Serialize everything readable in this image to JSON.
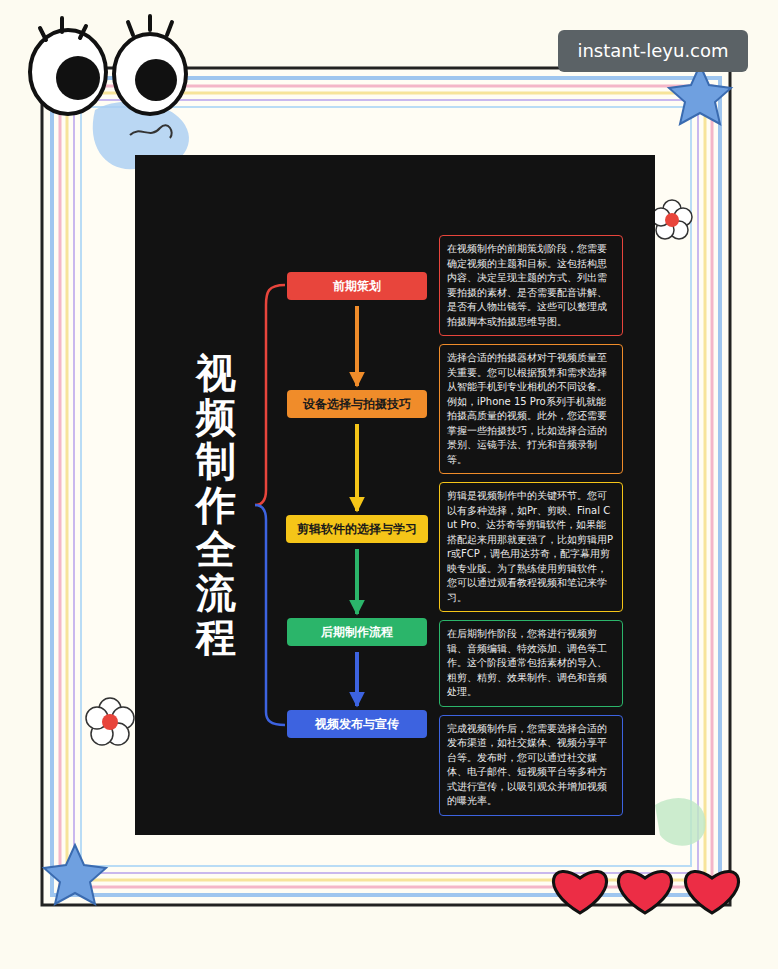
{
  "diagram": {
    "title": "视频制作全流程",
    "nodes": [
      {
        "text": [
          "前期策划"
        ]
      },
      {
        "text": [
          "在视频制作的前期策划阶段，您需要确定视频的主题和目标。这包括构思内容、决定呈现主题的方式、列出需要拍摄的素材、是否需要配音讲解、是否有人物出镜等。这些可以整理成拍摄脚本或拍摄思维导图。"
        ]
      },
      {
        "text": [
          "设备选择与拍摄技巧"
        ]
      },
      {
        "text": [
          "选择合适的拍摄器材对于视频质量至关重要。您可以根据预算和需求选择从智能手机到专业相机的不同设备。例如，iPhone 15 Pro系列手机就能拍摄高质量的视频。此外，您还需要掌握一些拍摄技巧，比如选择合适的景别、运镜手法、打光和音频录制等。"
        ]
      },
      {
        "text": [
          "剪辑软件的选择与学习"
        ]
      },
      {
        "text": [
          "剪辑是视频制作中的关键环节。您可以有多种选择，如Pr、剪映、Final Cut Pro、达芬奇等剪辑软件，如果能搭配起来用那就更强了，比如剪辑用Pr或FCP，调色用达芬奇，配字幕用剪映专业版。为了熟练使用剪辑软件，您可以通过观看教程视频和笔记来学习。"
        ]
      },
      {
        "text": [
          "后期制作流程"
        ]
      },
      {
        "text": [
          "在后期制作阶段，您将进行视频剪辑、音频编辑、特效添加、调色等工作。这个阶段通常包括素材的导入、粗剪、精剪、效果制作、调色和音频处理。"
        ]
      },
      {
        "text": [
          "视频发布与宣传"
        ]
      },
      {
        "text": [
          "完成视频制作后，您需要选择合适的发布渠道，如社交媒体、视频分享平台等。发布时，您可以通过社交媒体、电子邮件、短视频平台等多种方式进行宣传，以吸引观众并增加视频的曝光率。"
        ]
      }
    ],
    "edges": [
      {
        "from": 0,
        "to": 2,
        "arrow": "to"
      },
      {
        "from": 2,
        "to": 4,
        "arrow": "to"
      },
      {
        "from": 4,
        "to": 6,
        "arrow": "to"
      },
      {
        "from": 6,
        "to": 8,
        "arrow": "to"
      }
    ],
    "labels": [
      "instant-leyu.com"
    ]
  }
}
